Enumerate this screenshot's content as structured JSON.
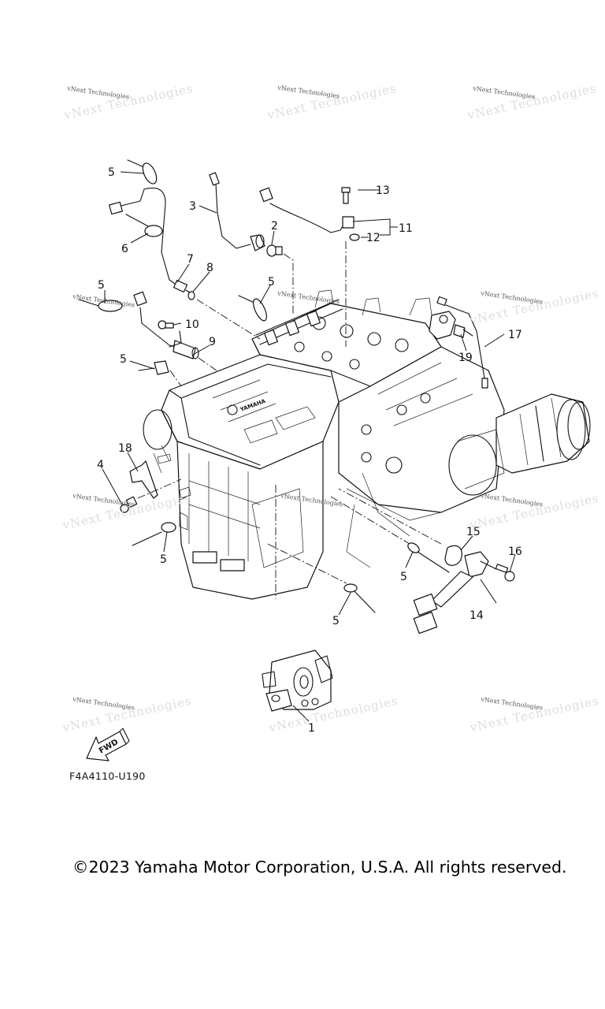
{
  "diagram": {
    "title": "Engine electrical parts diagram",
    "part_code": "F4A4110-U190",
    "copyright": "©2023 Yamaha Motor Corporation, U.S.A. All rights reserved.",
    "fwd_label": "FWD",
    "engine_brand_mark": "YAMAHA",
    "watermark_text": "vNext Technologies",
    "callouts": [
      {
        "id": "c5a",
        "label": "5"
      },
      {
        "id": "c3",
        "label": "3"
      },
      {
        "id": "c13",
        "label": "13"
      },
      {
        "id": "c11",
        "label": "11"
      },
      {
        "id": "c12",
        "label": "12"
      },
      {
        "id": "c2",
        "label": "2"
      },
      {
        "id": "c6",
        "label": "6"
      },
      {
        "id": "c7",
        "label": "7"
      },
      {
        "id": "c8",
        "label": "8"
      },
      {
        "id": "c5b",
        "label": "5"
      },
      {
        "id": "c5c",
        "label": "5"
      },
      {
        "id": "c10",
        "label": "10"
      },
      {
        "id": "c9",
        "label": "9"
      },
      {
        "id": "c5d",
        "label": "5"
      },
      {
        "id": "c17",
        "label": "17"
      },
      {
        "id": "c19",
        "label": "19"
      },
      {
        "id": "c18",
        "label": "18"
      },
      {
        "id": "c4",
        "label": "4"
      },
      {
        "id": "c5e",
        "label": "5"
      },
      {
        "id": "c15",
        "label": "15"
      },
      {
        "id": "c16",
        "label": "16"
      },
      {
        "id": "c5f",
        "label": "5"
      },
      {
        "id": "c14",
        "label": "14"
      },
      {
        "id": "c5g",
        "label": "5"
      },
      {
        "id": "c1",
        "label": "1"
      }
    ]
  }
}
